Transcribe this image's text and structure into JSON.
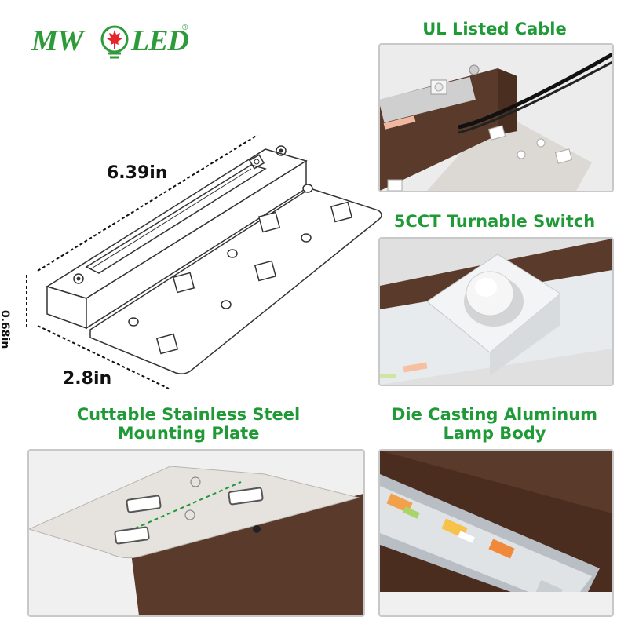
{
  "brand": {
    "logo_text_left": "MW",
    "logo_text_right": "LED",
    "registered_mark": "®",
    "brand_color": "#2e9b3a",
    "maple_leaf_color": "#e4262c"
  },
  "dimensions": {
    "length": "6.39in",
    "width": "2.8in",
    "height": "0.68in"
  },
  "features": [
    {
      "title": "UL Listed Cable"
    },
    {
      "title": "5CCT Turnable Switch"
    },
    {
      "title": "Cuttable Stainless Steel\nMounting Plate",
      "line1": "Cuttable Stainless Steel",
      "line2": "Mounting Plate"
    },
    {
      "title": "Die Casting Aluminum\nLamp Body",
      "line1": "Die Casting Aluminum",
      "line2": "Lamp Body"
    }
  ],
  "colors": {
    "heading_green": "#1f9a36",
    "bronze": "#5a3a2a",
    "plate_silver": "#e6e3de"
  }
}
